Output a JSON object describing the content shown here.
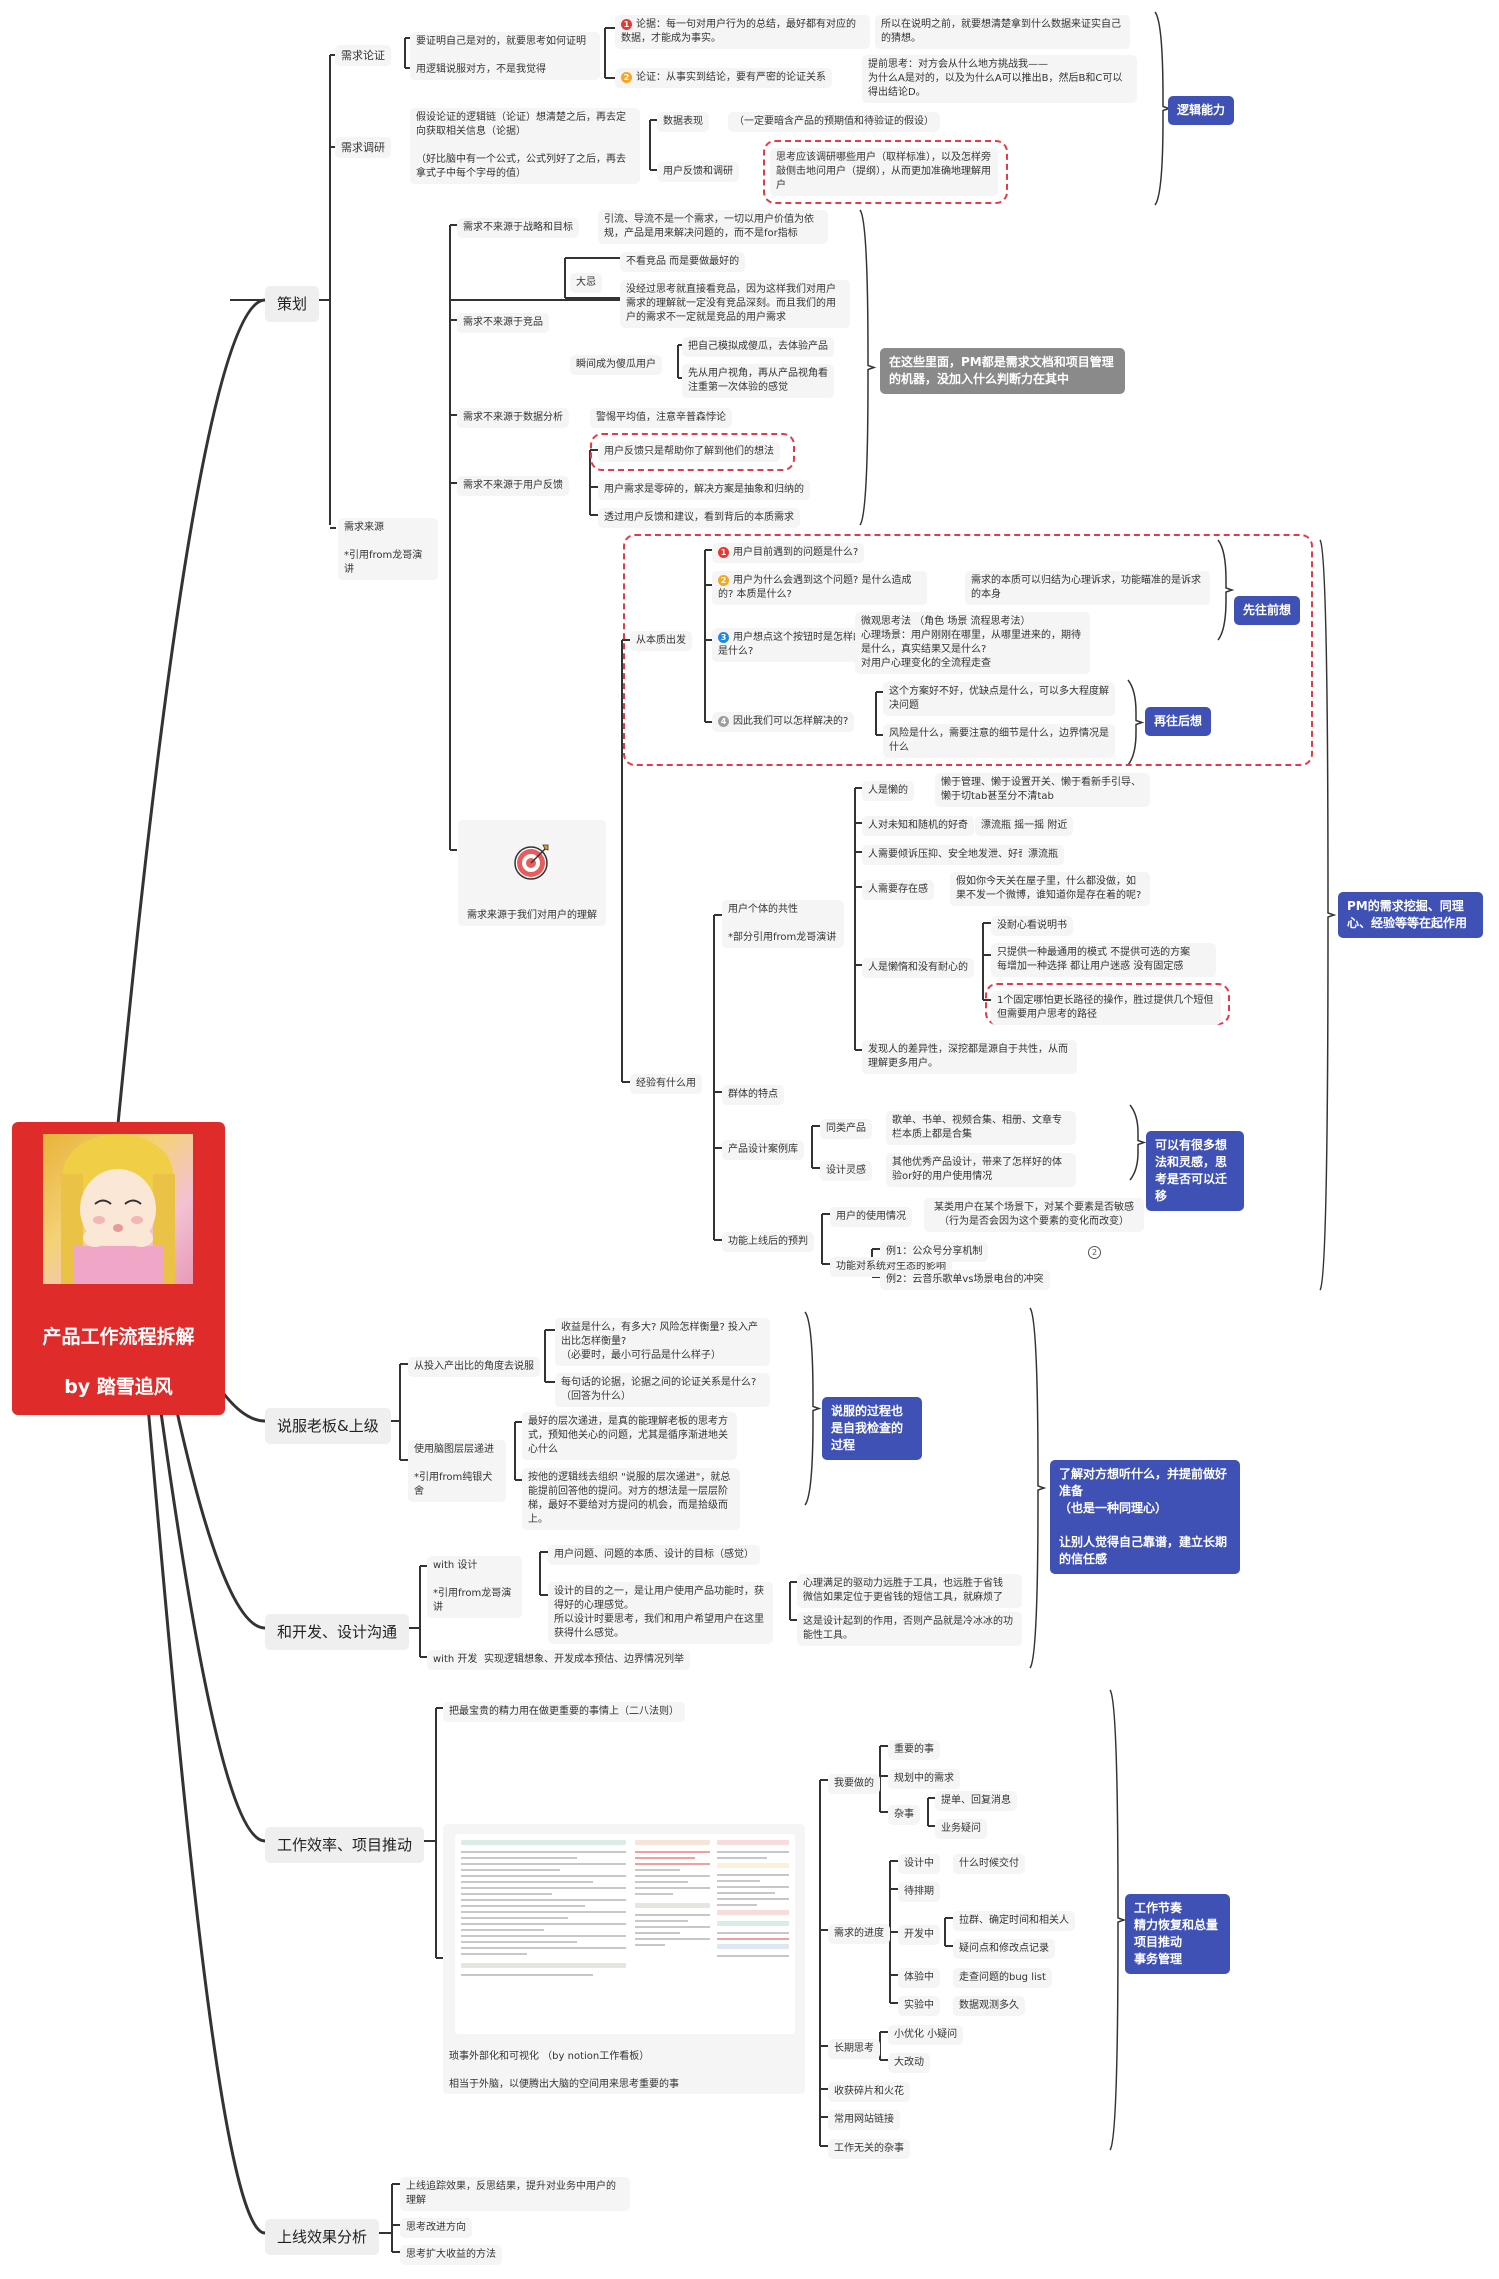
{
  "root": {
    "title": "产品工作流程拆解",
    "author": "by 踏雪追风",
    "avatar": "anime-girl-avatar"
  },
  "branches": {
    "planning": {
      "label": "策划",
      "demand_proof": {
        "label": "需求论证",
        "desc": "要证明自己是对的，就要思考如何证明\n\n用逻辑说服对方，不是我觉得",
        "item1": "论据：每一句对用户行为的总结，最好都有对应的数据，才能成为事实。",
        "item1_note": "所以在说明之前，就要想清楚拿到什么数据来证实自己的猜想。",
        "item2": "论证：从事实到结论，要有严密的论证关系",
        "item2_note": "提前思考：对方会从什么地方挑战我——\n为什么A是对的，以及为什么A可以推出B，然后B和C可以得出结论D。"
      },
      "demand_research": {
        "label": "需求调研",
        "desc": "假设论证的逻辑链（论证）想清楚之后，再去定向获取相关信息（论据）\n\n（好比脑中有一个公式，公式列好了之后，再去拿式子中每个字母的值）",
        "data": "数据表现",
        "data_note": "（一定要暗含产品的预期值和待验证的假设）",
        "feedback": "用户反馈和调研",
        "feedback_note": "思考应该调研哪些用户（取样标准），以及怎样旁敲侧击地问用户（提纲），从而更加准确地理解用户"
      },
      "logic_summary": "逻辑能力",
      "demand_source": {
        "label": "需求来源\n\n*引用from龙哥演讲",
        "s1": "需求不来源于战略和目标",
        "s1_note": "引流、导流不是一个需求，一切以用户价值为依规，产品是用来解决问题的，而不是for指标",
        "s2": "需求不来源于竞品",
        "s2_a": "大忌",
        "s2_a1": "不看竞品 而是要做最好的",
        "s2_a2": "没经过思考就直接看竞品，因为这样我们对用户需求的理解就一定没有竞品深刻。而且我们的用户的需求不一定就是竞品的用户需求",
        "s2_b": "瞬间成为傻瓜用户",
        "s2_b1": "把自己模拟成傻瓜，去体验产品",
        "s2_b2": "先从用户视角，再从产品视角看\n注重第一次体验的感觉",
        "s3": "需求不来源于数据分析",
        "s3_note": "警惕平均值，注意辛普森悖论",
        "s4": "需求不来源于用户反馈",
        "s4_1": "用户反馈只是帮助你了解到他们的想法",
        "s4_2": "用户需求是零碎的，解决方案是抽象和归纳的",
        "s4_3": "透过用户反馈和建议，看到背后的本质需求",
        "gray_summary": "在这些里面，PM都是需求文档和项目管理的机器，没加入什么判断力在其中",
        "s5": "需求来源于我们对用户的理解",
        "s5_icon": "target-icon",
        "essence": {
          "label": "从本质出发",
          "q1": "用户目前遇到的问题是什么?",
          "q2": "用户为什么会遇到这个问题? 是什么造成的? 本质是什么?",
          "q2_note": "需求的本质可以归结为心理诉求，功能瞄准的是诉求的本身",
          "q3": "用户想点这个按钮时是怎样的心理，期待是什么?",
          "q3_note": "微观思考法 （角色 场景 流程思考法）\n心理场景：用户刚刚在哪里，从哪里进来的，期待是什么，真实结果又是什么?\n对用户心理变化的全流程走查",
          "q4": "因此我们可以怎样解决的?",
          "q4_1": "这个方案好不好，优缺点是什么，可以多大程度解决问题",
          "q4_2": "风险是什么，需要注意的细节是什么，边界情况是什么",
          "summary_before": "先往前想",
          "summary_after": "再往后想",
          "badges": [
            "1",
            "2",
            "3",
            "4"
          ]
        },
        "experience": {
          "label": "经验有什么用",
          "common": "用户个体的共性\n\n*部分引用from龙哥演讲",
          "c1": "人是懒的",
          "c1_note": "懒于管理、懒于设置开关、懒于看新手引导、懒于切tab甚至分不清tab",
          "c2": "人对未知和随机的好奇",
          "c2_note": "漂流瓶 摇一摇 附近",
          "c3": "人需要倾诉压抑、安全地发泄、好奇",
          "c3_note": "漂流瓶",
          "c4": "人需要存在感",
          "c4_note": "假如你今天关在屋子里，什么都没做，如果不发一个微博，谁知道你是存在着的呢?",
          "c5": "人是懒惰和没有耐心的",
          "c5_1": "没耐心看说明书",
          "c5_2": "只提供一种最通用的模式 不提供可选的方案\n每增加一种选择 都让用户迷惑 没有固定感",
          "c5_3": "1个固定哪怕更长路径的操作，胜过提供几个短但但需要用户思考的路径",
          "c6": "发现人的差异性，深挖都是源自于共性，从而理解更多用户。",
          "group": "群体的特点",
          "cases": "产品设计案例库",
          "cases_1": "同类产品",
          "cases_1_note": "歌单、书单、视频合集、相册、文章专栏本质上都是合集",
          "cases_2": "设计灵感",
          "cases_2_note": "其他优秀产品设计，带来了怎样好的体验or好的用户使用情况",
          "cases_summary": "可以有很多想法和灵感，思考是否可以迁移",
          "predict": "功能上线后的预判",
          "predict_1": "用户的使用情况",
          "predict_1_note": "某类用户在某个场景下，对某个要素是否敏感\n（行为是否会因为这个要素的变化而改变）",
          "predict_2": "功能对系统对生态的影响",
          "predict_2a": "例1：公众号分享机制",
          "predict_2a_count": "2",
          "predict_2b": "例2：云音乐歌单vs场景电台的冲突"
        },
        "pm_summary": "PM的需求挖掘、同理心、经验等等在起作用"
      }
    },
    "persuade": {
      "label": "说服老板&上级",
      "p1": "从投入产出比的角度去说服",
      "p1_1": "收益是什么，有多大? 风险怎样衡量? 投入产出比怎样衡量?\n（必要时，最小可行品是什么样子）",
      "p1_2": "每句话的论据，论据之间的论证关系是什么? （回答为什么）",
      "p2": "使用脑图层层递进\n\n*引用from纯银犬舍",
      "p2_1": "最好的层次递进，是真的能理解老板的思考方式，预知他关心的问题，尤其是循序渐进地关心什么",
      "p2_2": "按他的逻辑线去组织 \"说服的层次递进\"，就总能提前回答他的提问。对方的想法是一层层阶梯，最好不要给对方提问的机会，而是拾级而上。",
      "summary": "说服的过程也是自我检查的过程"
    },
    "communicate": {
      "label": "和开发、设计沟通",
      "d": "with 设计\n\n*引用from龙哥演讲",
      "d1": "用户问题、问题的本质、设计的目标（感觉）",
      "d2": "设计的目的之一，是让用户使用产品功能时，获得好的心理感觉。\n所以设计时要思考，我们和用户希望用户在这里获得什么感觉。",
      "d2_1": "心理满足的驱动力远胜于工具，也远胜于省钱\n微信如果定位于更省钱的短信工具，就麻烦了",
      "d2_2": "这是设计起到的作用，否则产品就是冷冰冰的功能性工具。",
      "dev": "with 开发",
      "dev_note": "实现逻辑想象、开发成本预估、边界情况列举",
      "big_summary": "了解对方想听什么，并提前做好准备\n（也是一种同理心）\n\n让别人觉得自己靠谱，建立长期的信任感"
    },
    "efficiency": {
      "label": "工作效率、项目推动",
      "e1": "把最宝贵的精力用在做更重要的事情上（二八法则）",
      "image_caption": "琐事外部化和可视化 （by notion工作看板）\n\n相当于外脑，以便腾出大脑的空间用来思考重要的事",
      "todo": "我要做的",
      "todo_1": "重要的事",
      "todo_2": "规划中的需求",
      "todo_3": "杂事",
      "todo_3a": "提单、回复消息",
      "todo_3b": "业务疑问",
      "progress": "需求的进度",
      "pr_1": "设计中",
      "pr_1n": "什么时候交付",
      "pr_2": "待排期",
      "pr_3": "开发中",
      "pr_3a": "拉群、确定时间和相关人",
      "pr_3b": "疑问点和修改点记录",
      "pr_4": "体验中",
      "pr_4n": "走查问题的bug list",
      "pr_5": "实验中",
      "pr_5n": "数据观测多久",
      "long": "长期思考",
      "long_1": "小优化 小疑问",
      "long_2": "大改动",
      "spark": "收获碎片和火花",
      "links": "常用网站链接",
      "misc": "工作无关的杂事",
      "summary": "工作节奏\n精力恢复和总量\n项目推动\n事务管理"
    },
    "launch": {
      "label": "上线效果分析",
      "l1": "上线追踪效果，反思结果，提升对业务中用户的理解",
      "l2": "思考改进方向",
      "l3": "思考扩大收益的方法"
    }
  },
  "colors": {
    "root": "#e02b2b",
    "summary": "#3f51b5",
    "summary_gray": "#8a8a8a",
    "highlight_dash": "#e63946",
    "badge1": "#e53935",
    "badge2": "#f5a623",
    "badge3": "#1e88e5",
    "badge4": "#9e9e9e"
  }
}
